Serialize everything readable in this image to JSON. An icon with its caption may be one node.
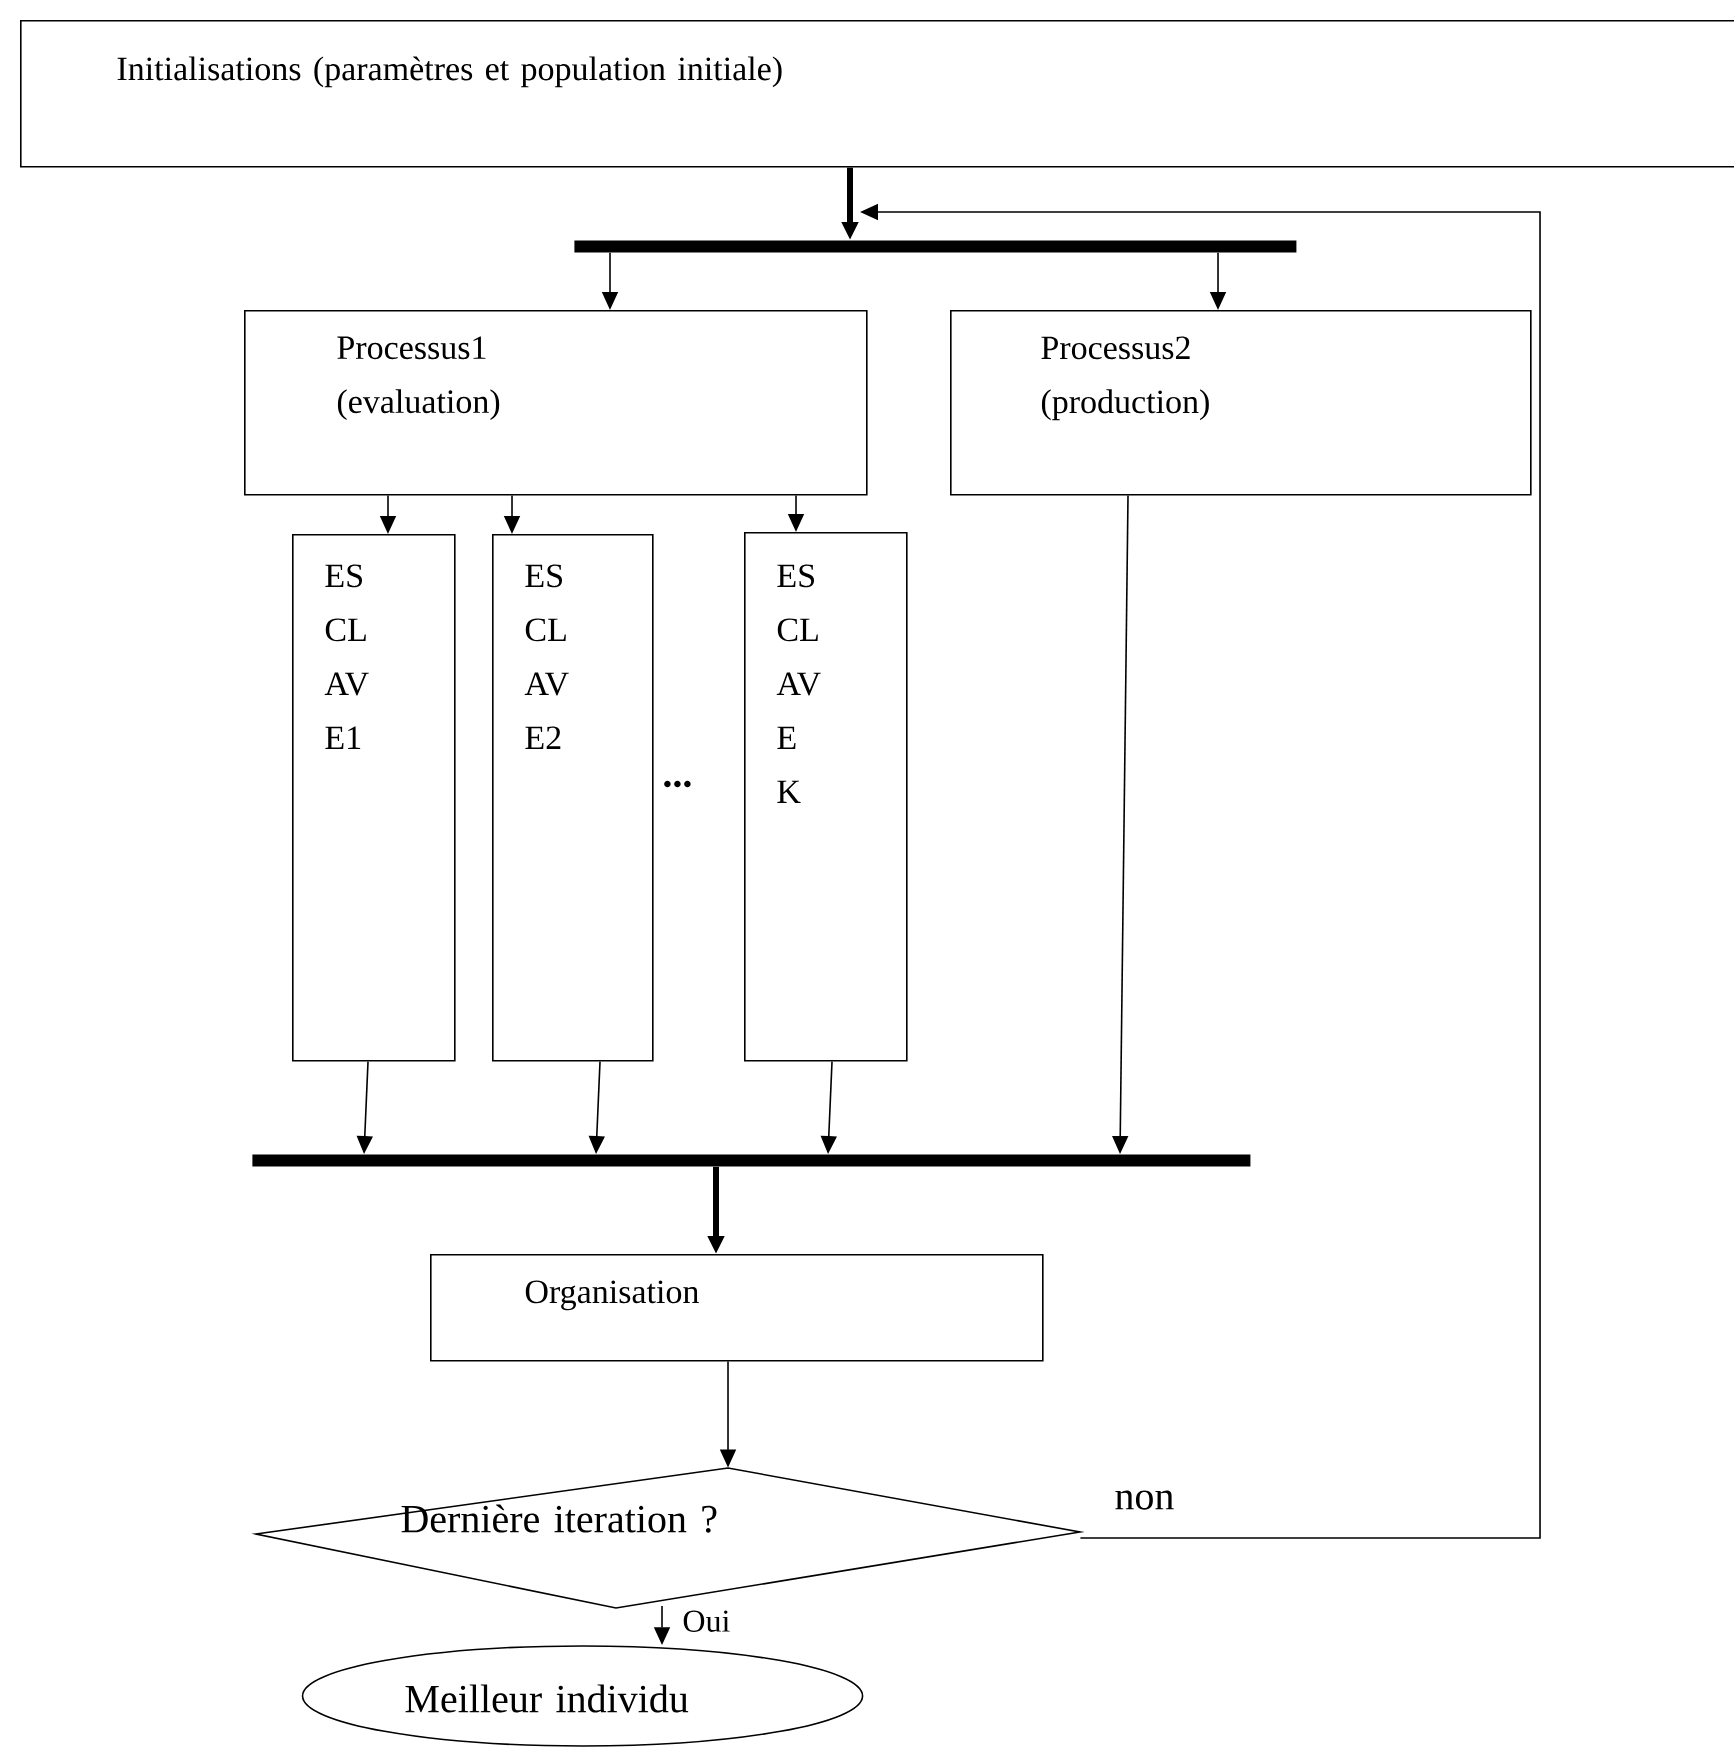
{
  "diagram": {
    "nodes": [
      {
        "text": [
          "Initialisations (paramètres et population initiale)"
        ]
      },
      {
        "text": [],
        "shape": "bar"
      },
      {
        "text": [
          "Processus1 (evaluation)"
        ]
      },
      {
        "text": [
          "Processus2 (production)"
        ]
      },
      {
        "text": [
          "ES CL AV E1"
        ]
      },
      {
        "text": [
          "ES CL AV E2"
        ]
      },
      {
        "text": [
          "ES CL AV E K"
        ]
      },
      {
        "text": [],
        "shape": "bar"
      },
      {
        "text": [
          "Organisation"
        ]
      },
      {
        "text": [
          "Dernière iteration ?"
        ]
      },
      {
        "text": [
          "Meilleur individu"
        ]
      }
    ],
    "edges": [
      {
        "from": 0,
        "to": 1,
        "arrow": "to",
        "style": "thick"
      },
      {
        "from": 1,
        "to": 2,
        "arrow": "to"
      },
      {
        "from": 1,
        "to": 3,
        "arrow": "to"
      },
      {
        "from": 2,
        "to": 4,
        "arrow": "to"
      },
      {
        "from": 2,
        "to": 5,
        "arrow": "to"
      },
      {
        "from": 2,
        "to": 6,
        "arrow": "to"
      },
      {
        "from": 4,
        "to": 7,
        "arrow": "to"
      },
      {
        "from": 5,
        "to": 7,
        "arrow": "to"
      },
      {
        "from": 6,
        "to": 7,
        "arrow": "to"
      },
      {
        "from": 3,
        "to": 7,
        "arrow": "to"
      },
      {
        "from": 7,
        "to": 8,
        "arrow": "to",
        "style": "thick"
      },
      {
        "from": 8,
        "to": 9,
        "arrow": "to"
      },
      {
        "from": 9,
        "to": 10,
        "arrow": "to",
        "label": "Oui"
      },
      {
        "from": 9,
        "to": 1,
        "arrow": "to",
        "label": "non"
      }
    ],
    "labels": [
      "..."
    ]
  }
}
